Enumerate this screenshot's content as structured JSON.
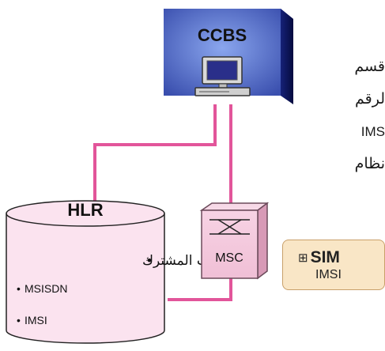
{
  "nodes": {
    "ccbs": {
      "label": "CCBS"
    },
    "hlr": {
      "label": "HLR",
      "items": [
        {
          "bullet": "•",
          "text": "بيانات المشترك"
        },
        {
          "bullet": "•",
          "text": "MSISDN"
        },
        {
          "bullet": "•",
          "text": "IMSI"
        }
      ]
    },
    "msc": {
      "label": "MSC"
    },
    "sim": {
      "title": "SIM",
      "subtitle": "IMSI",
      "icon": "sim-chip-icon"
    }
  },
  "side_text": {
    "line1": "قسم",
    "line2": "لرقم",
    "line3": "IMS",
    "line4": "نظام"
  },
  "colors": {
    "connector": "#e2559a",
    "server_box": "#4a5fc1",
    "database_fill": "#fbe3ef",
    "msc_fill": "#f4c9dc",
    "sim_fill": "#f9e6c6"
  }
}
